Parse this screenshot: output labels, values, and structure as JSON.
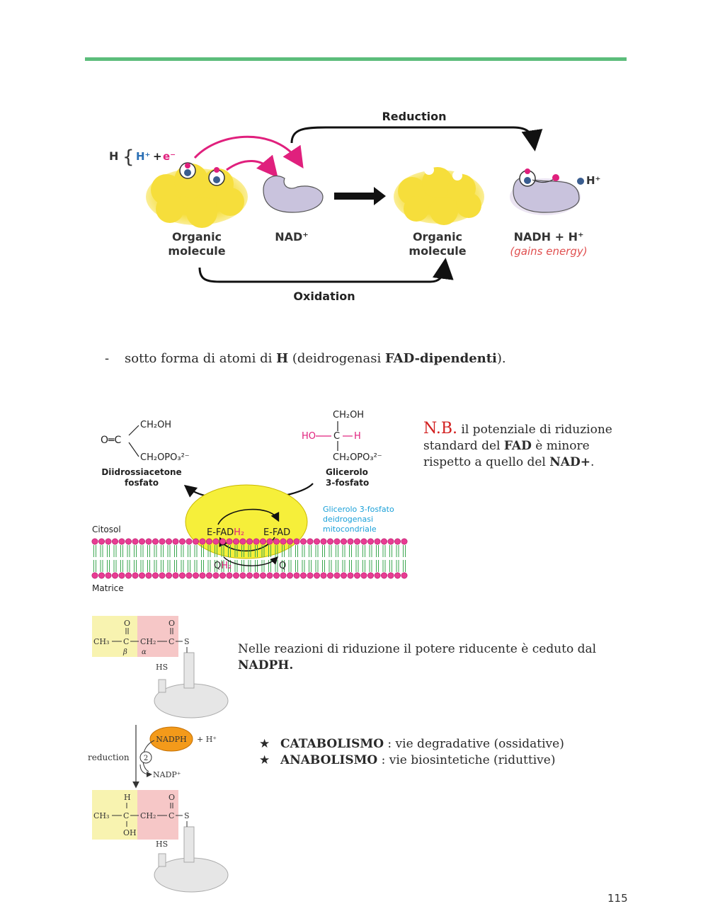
{
  "fig1": {
    "reduction": "Reduction",
    "oxidation": "Oxidation",
    "h_label": "H",
    "h_plus": "H⁺",
    "e_minus": "e⁻",
    "organic_line1": "Organic",
    "organic_line2": "molecule",
    "nad": "NAD⁺",
    "nadh": "NADH + H⁺",
    "gains": "(gains energy)",
    "h_plus_right": "H⁺"
  },
  "bullet": {
    "dash": "-",
    "text_pre": "sotto forma di atomi di ",
    "bold1": "H",
    "text_mid": " (deidrogenasi ",
    "bold2": "FAD-dipendenti",
    "text_post": ")."
  },
  "fig2": {
    "ch2oh": "CH₂OH",
    "oc": "O═C",
    "ch2opo3": "CH₂OPO₃²⁻",
    "diidrossi1": "Diidrossiacetone",
    "diidrossi2": "fosfato",
    "glicerolo_ch2oh": "CH₂OH",
    "ho": "HO",
    "c": "C",
    "h": "H",
    "glicerolo_ch2opo3": "CH₂OPO₃²⁻",
    "glicerolo1": "Glicerolo",
    "glicerolo2": "3-fosfato",
    "enzyme1": "Glicerolo 3-fosfato",
    "enzyme2": "deidrogenasi",
    "enzyme3": "mitocondriale",
    "efadh2_pre": "E-FAD",
    "efadh2_sub": "H₂",
    "efad": "E-FAD",
    "citosol": "Citosol",
    "matrice": "Matrice",
    "qh2_q": "Q",
    "qh2_sub": "H₂",
    "q": "Q"
  },
  "nb": {
    "tag": "N.B.",
    "text_pre": " il potenziale di riduzione standard del ",
    "bold1": "FAD",
    "text_mid": " è minore rispetto a quello del ",
    "bold2": "NAD+",
    "text_post": "."
  },
  "fig3": {
    "o": "O",
    "ch3": "CH₃",
    "c": "C",
    "ch2": "CH₂",
    "s": "S",
    "beta": "β",
    "alpha": "α",
    "hs": "HS",
    "nadph": "NADPH",
    "h_plus": "+ H⁺",
    "reduction": "reduction",
    "step": "2",
    "nadp": "NADP⁺",
    "h": "H",
    "oh": "OH"
  },
  "nadph_text": {
    "pre": "Nelle reazioni di riduzione il potere riducente è ceduto dal ",
    "bold": "NADPH."
  },
  "list": {
    "star": "★",
    "items": [
      {
        "bold": "CATABOLISMO",
        "text": " : vie degradative (ossidative)"
      },
      {
        "bold": "ANABOLISMO",
        "text": " : vie biosintetiche (riduttive)"
      }
    ]
  },
  "page_number": "115",
  "colors": {
    "rule": "#5cbd7b",
    "magenta": "#e0207d",
    "yellow": "#f6de3b",
    "nad_purple": "#c9c3dd",
    "cyan": "#1aa0d8",
    "red": "#d21f1f"
  }
}
